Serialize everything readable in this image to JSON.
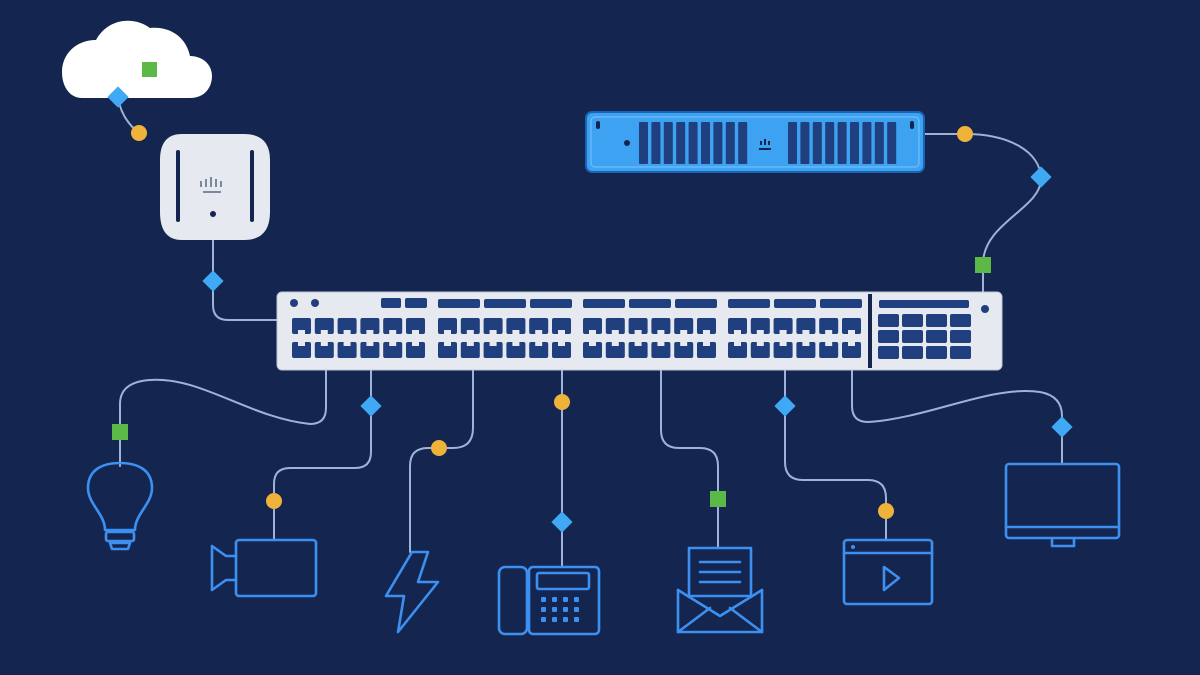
{
  "theme": {
    "background": "#142650",
    "wire": "#9fb2d8",
    "icon_blue": "#3d8ff0",
    "device_light": "#e6e9ef",
    "device_dark": "#1f3f7e",
    "server_blue": "#3da2f2",
    "marker_diamond": "#3fa9f5",
    "marker_square": "#5cb947",
    "marker_circle": "#f0b33a"
  },
  "nodes": [
    {
      "name": "cloud",
      "icon": "cloud-icon"
    },
    {
      "name": "wireless-access-point",
      "icon": "access-point-icon"
    },
    {
      "name": "rack-server",
      "icon": "server-icon"
    },
    {
      "name": "network-switch",
      "icon": "switch-icon"
    },
    {
      "name": "smart-bulb",
      "icon": "lightbulb-icon"
    },
    {
      "name": "security-camera",
      "icon": "video-camera-icon"
    },
    {
      "name": "power",
      "icon": "lightning-icon"
    },
    {
      "name": "ip-phone",
      "icon": "phone-icon"
    },
    {
      "name": "email",
      "icon": "envelope-icon"
    },
    {
      "name": "video-player",
      "icon": "video-window-icon"
    },
    {
      "name": "monitor",
      "icon": "monitor-icon"
    }
  ]
}
